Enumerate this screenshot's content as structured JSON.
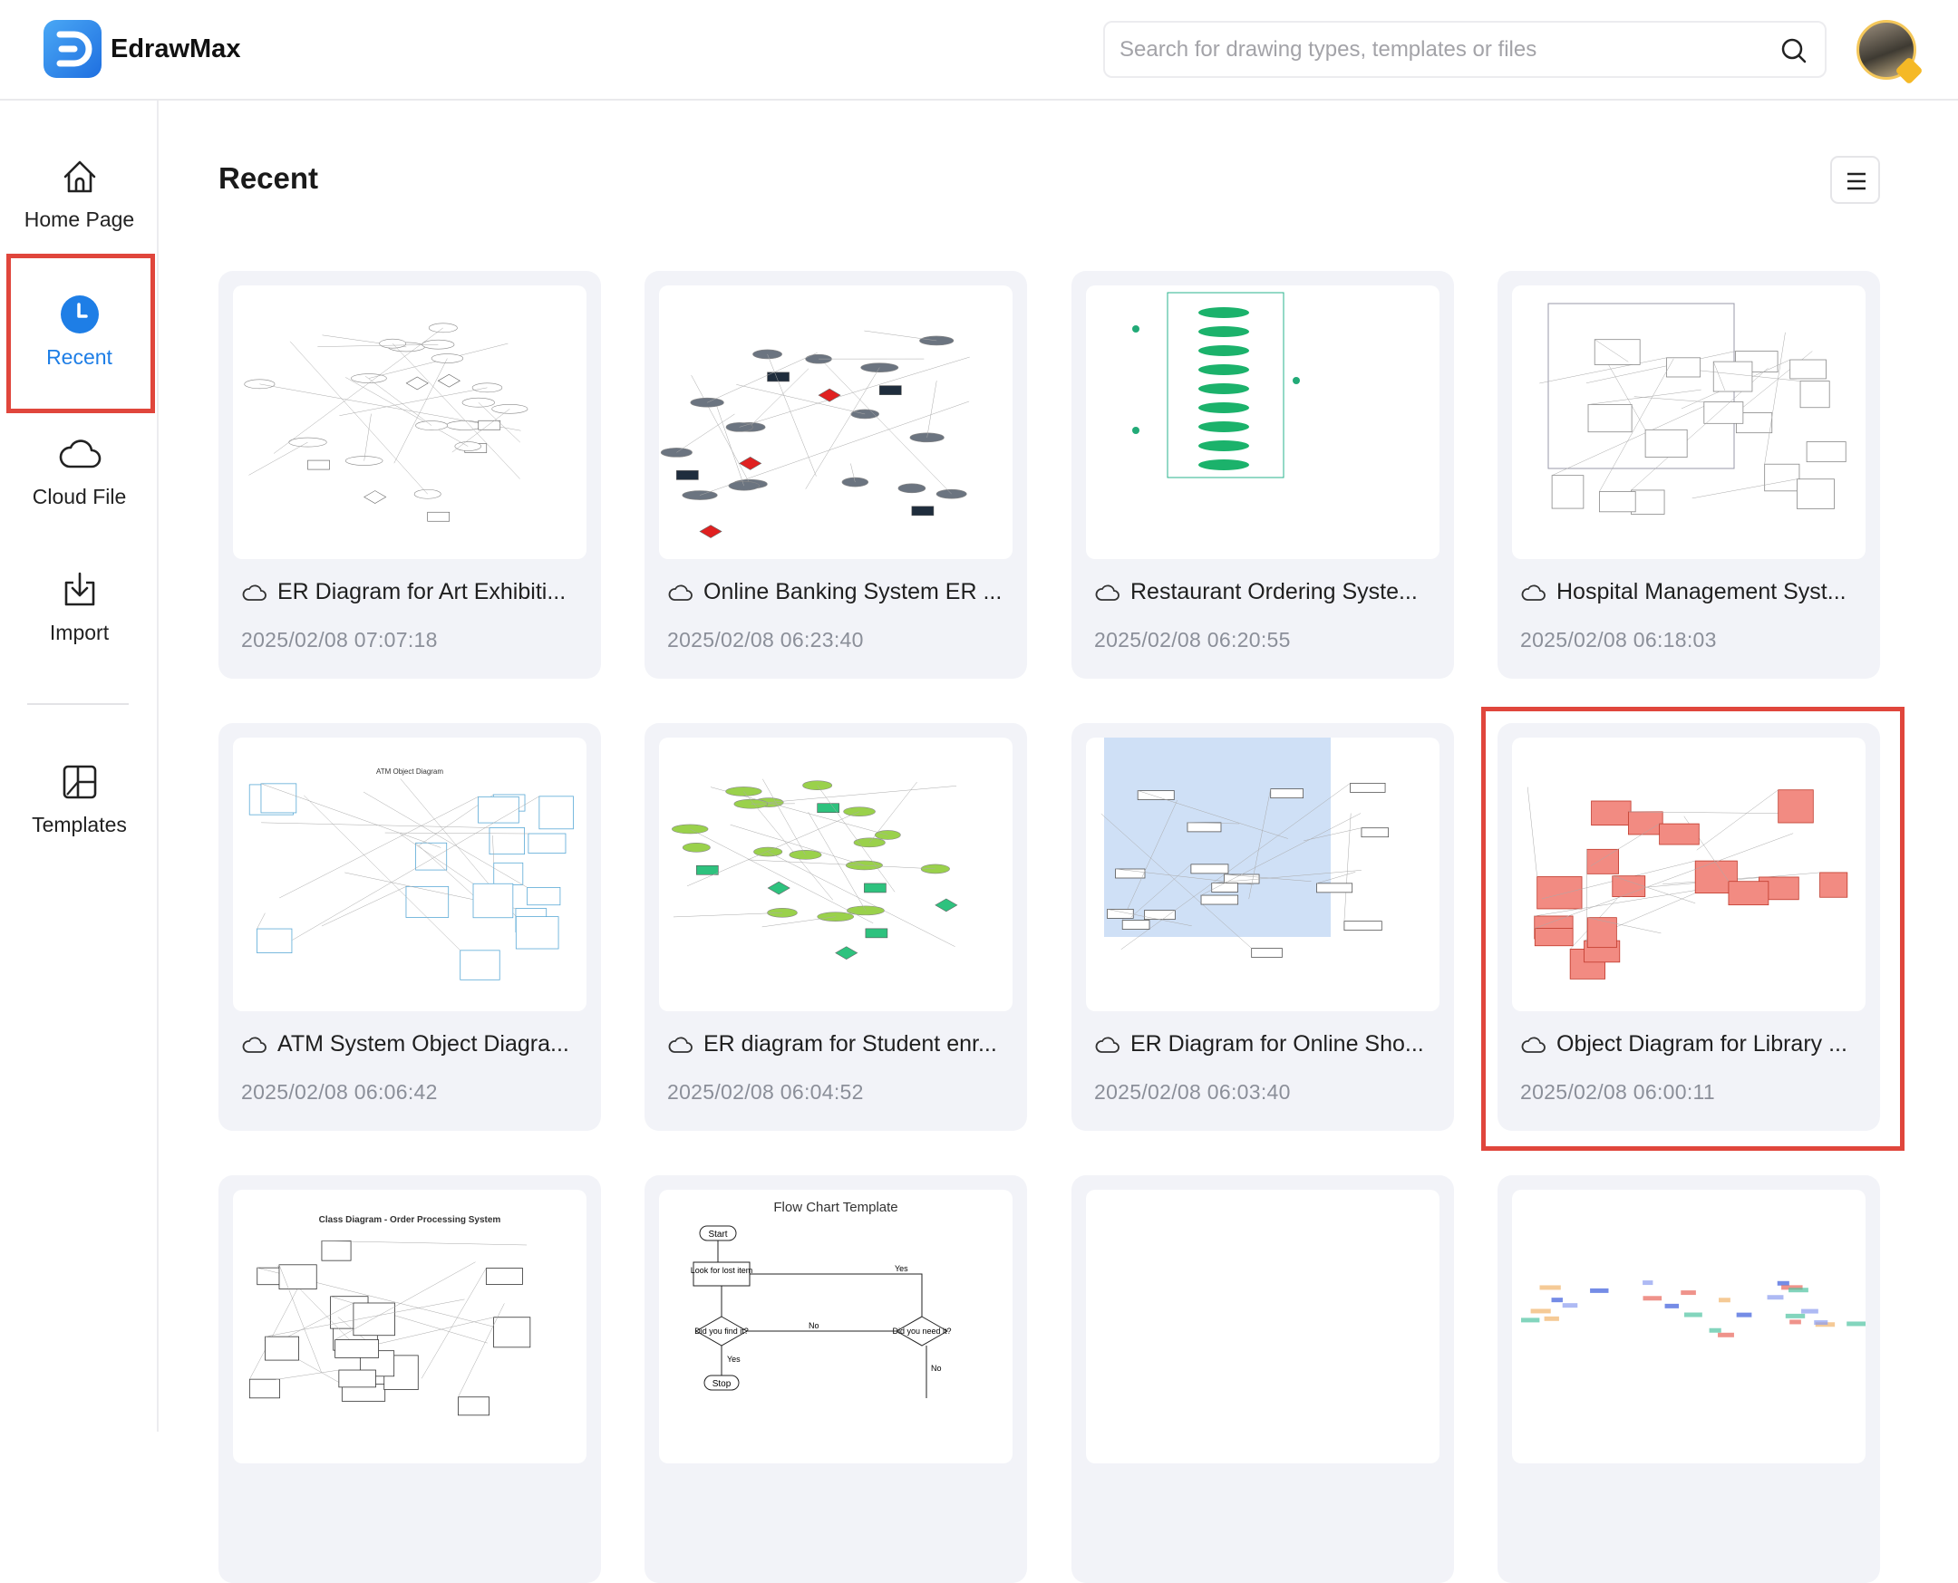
{
  "app": {
    "name": "EdrawMax"
  },
  "search": {
    "placeholder": "Search for drawing types, templates or files",
    "value": ""
  },
  "sidebar": {
    "items": [
      {
        "label": "Home Page",
        "icon": "home-icon"
      },
      {
        "label": "Recent",
        "icon": "clock-icon",
        "active": true
      },
      {
        "label": "Cloud File",
        "icon": "cloud-icon"
      },
      {
        "label": "Import",
        "icon": "import-icon"
      },
      {
        "label": "Templates",
        "icon": "templates-icon"
      }
    ]
  },
  "main": {
    "title": "Recent",
    "files": [
      {
        "title": "ER Diagram for Art Exhibiti...",
        "date": "2025/02/08 07:07:18",
        "thumb": "er-bw"
      },
      {
        "title": "Online Banking System ER ...",
        "date": "2025/02/08 06:23:40",
        "thumb": "er-dark"
      },
      {
        "title": "Restaurant Ordering Syste...",
        "date": "2025/02/08 06:20:55",
        "thumb": "usecase-green"
      },
      {
        "title": "Hospital Management Syst...",
        "date": "2025/02/08 06:18:03",
        "thumb": "usecase-gray"
      },
      {
        "title": "ATM System Object Diagra...",
        "date": "2025/02/08 06:06:42",
        "thumb": "object-blue",
        "caption": "ATM Object Diagram"
      },
      {
        "title": "ER diagram for Student enr...",
        "date": "2025/02/08 06:04:52",
        "thumb": "er-green"
      },
      {
        "title": "ER Diagram for Online Sho...",
        "date": "2025/02/08 06:03:40",
        "thumb": "er-bluebg"
      },
      {
        "title": "Object Diagram for Library ...",
        "date": "2025/02/08 06:00:11",
        "thumb": "object-red",
        "highlighted": true
      },
      {
        "title": "",
        "date": "",
        "thumb": "class",
        "caption": "Class Diagram - Order Processing System"
      },
      {
        "title": "",
        "date": "",
        "thumb": "flowchart",
        "caption": "Flow Chart Template",
        "labels": [
          "Start",
          "Look for lost item",
          "Did you find it?",
          "Did you need it?",
          "Yes",
          "No",
          "Stop"
        ]
      },
      {
        "title": "",
        "date": "",
        "thumb": "blank"
      },
      {
        "title": "",
        "date": "",
        "thumb": "mixed"
      }
    ]
  },
  "colors": {
    "accent": "#1e7ee6",
    "highlight": "#e0463c",
    "card_bg": "#f2f3f8"
  }
}
